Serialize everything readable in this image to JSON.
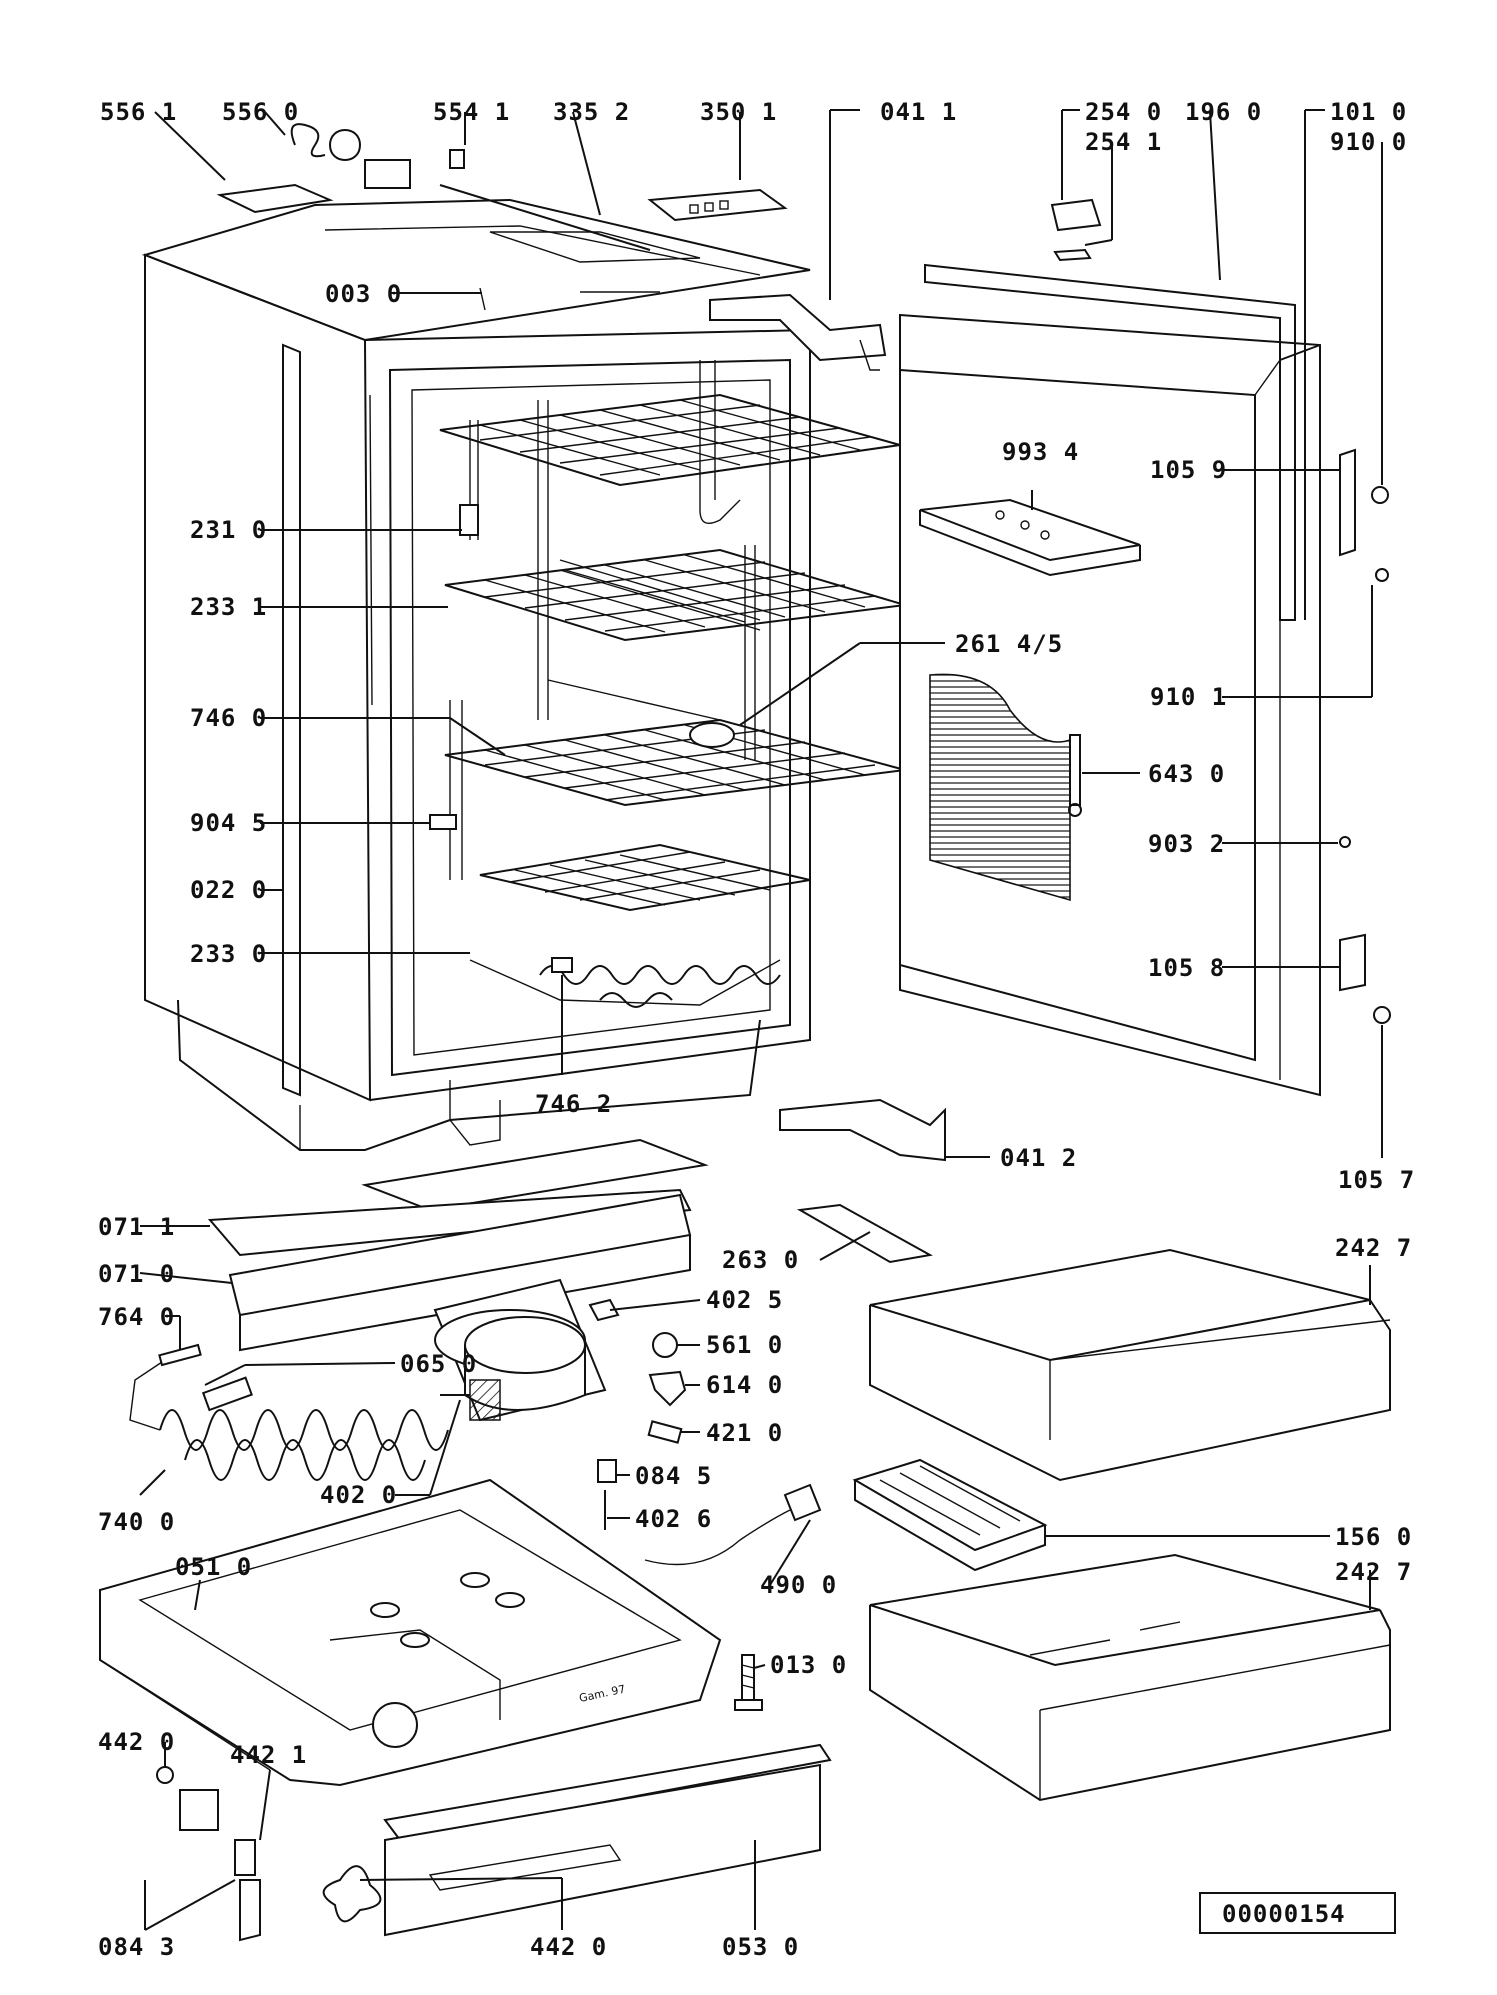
{
  "diagram": {
    "drawing_number": "00000154",
    "signature_text": "Gam. 97",
    "labels": [
      {
        "id": "556-1",
        "text": "556 1"
      },
      {
        "id": "556-0",
        "text": "556 0"
      },
      {
        "id": "554-1",
        "text": "554 1"
      },
      {
        "id": "335-2",
        "text": "335 2"
      },
      {
        "id": "350-1",
        "text": "350 1"
      },
      {
        "id": "041-1",
        "text": "041 1"
      },
      {
        "id": "254-0",
        "text": "254 0"
      },
      {
        "id": "254-1",
        "text": "254 1"
      },
      {
        "id": "196-0",
        "text": "196 0"
      },
      {
        "id": "101-0",
        "text": "101 0"
      },
      {
        "id": "910-0",
        "text": "910 0"
      },
      {
        "id": "003-0",
        "text": "003 0"
      },
      {
        "id": "993-4",
        "text": "993 4"
      },
      {
        "id": "105-9",
        "text": "105 9"
      },
      {
        "id": "231-0",
        "text": "231 0"
      },
      {
        "id": "233-1",
        "text": "233 1"
      },
      {
        "id": "261-45",
        "text": "261 4/5"
      },
      {
        "id": "910-1",
        "text": "910 1"
      },
      {
        "id": "746-0",
        "text": "746 0"
      },
      {
        "id": "643-0",
        "text": "643 0"
      },
      {
        "id": "904-5",
        "text": "904 5"
      },
      {
        "id": "903-2",
        "text": "903 2"
      },
      {
        "id": "022-0",
        "text": "022 0"
      },
      {
        "id": "105-8",
        "text": "105 8"
      },
      {
        "id": "233-0",
        "text": "233 0"
      },
      {
        "id": "746-2",
        "text": "746 2"
      },
      {
        "id": "041-2",
        "text": "041 2"
      },
      {
        "id": "105-7",
        "text": "105 7"
      },
      {
        "id": "071-1",
        "text": "071 1"
      },
      {
        "id": "242-7a",
        "text": "242 7"
      },
      {
        "id": "071-0",
        "text": "071 0"
      },
      {
        "id": "263-0",
        "text": "263 0"
      },
      {
        "id": "402-5",
        "text": "402 5"
      },
      {
        "id": "764-0",
        "text": "764 0"
      },
      {
        "id": "561-0",
        "text": "561 0"
      },
      {
        "id": "065-0",
        "text": "065 0"
      },
      {
        "id": "614-0",
        "text": "614 0"
      },
      {
        "id": "421-0",
        "text": "421 0"
      },
      {
        "id": "084-5",
        "text": "084 5"
      },
      {
        "id": "402-0",
        "text": "402 0"
      },
      {
        "id": "402-6",
        "text": "402 6"
      },
      {
        "id": "740-0",
        "text": "740 0"
      },
      {
        "id": "156-0",
        "text": "156 0"
      },
      {
        "id": "242-7b",
        "text": "242 7"
      },
      {
        "id": "051-0",
        "text": "051 0"
      },
      {
        "id": "490-0",
        "text": "490 0"
      },
      {
        "id": "013-0",
        "text": "013 0"
      },
      {
        "id": "442-0a",
        "text": "442 0"
      },
      {
        "id": "442-1",
        "text": "442 1"
      },
      {
        "id": "084-3",
        "text": "084 3"
      },
      {
        "id": "442-0b",
        "text": "442 0"
      },
      {
        "id": "053-0",
        "text": "053 0"
      }
    ]
  }
}
